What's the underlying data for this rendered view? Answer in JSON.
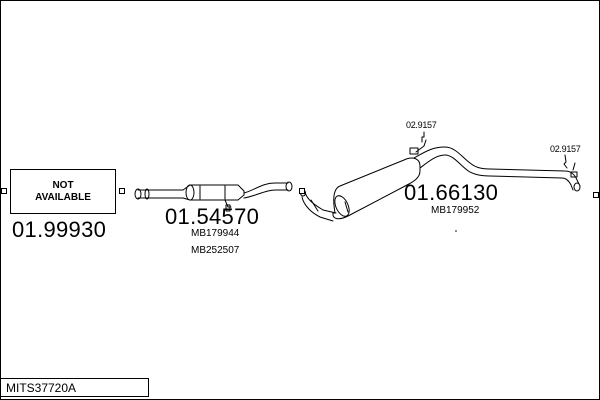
{
  "diagram": {
    "assembly_code": "MITS37720A",
    "not_available": {
      "line1": "NOT",
      "line2": "AVAILABLE"
    },
    "front_pipe": {
      "part_number": "01.99930"
    },
    "centre_silencer": {
      "part_number": "01.54570",
      "oem_refs": [
        "MB179944",
        "MB252507"
      ]
    },
    "rear_silencer": {
      "part_number": "01.66130",
      "oem_refs": [
        "MB179952"
      ]
    },
    "brackets": [
      {
        "part_number": "02.9157"
      },
      {
        "part_number": "02.9157"
      }
    ]
  }
}
